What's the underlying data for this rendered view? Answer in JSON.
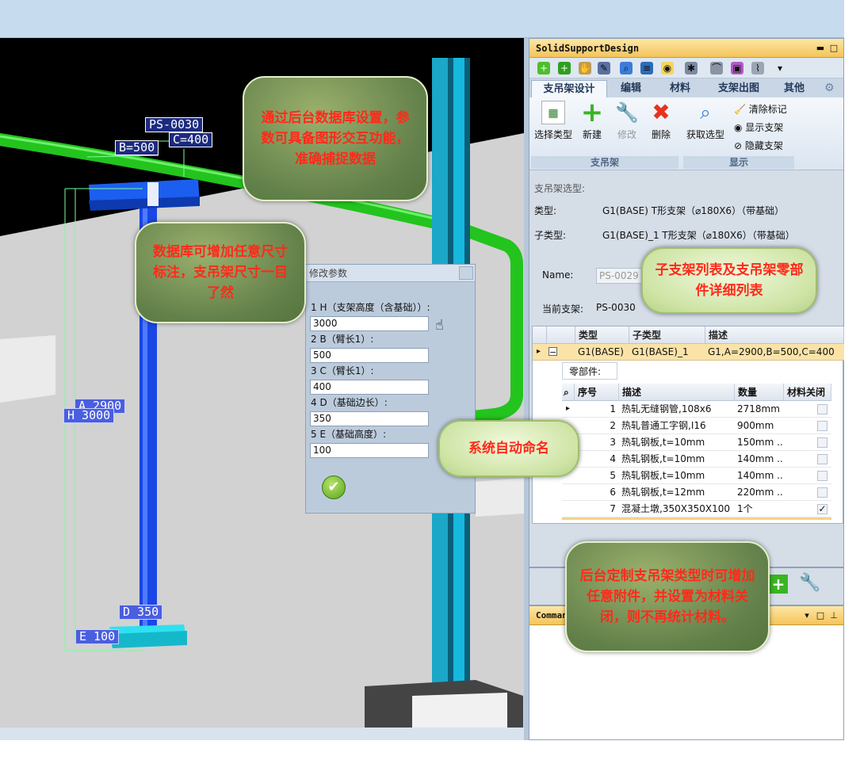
{
  "viewport": {
    "labels": {
      "ps": "PS-0030",
      "b": "B=500",
      "c": "C=400",
      "a": "A 2900",
      "h": "H 3000",
      "d": "D 350",
      "e": "E 100"
    }
  },
  "bubbles": {
    "b1": "通过后台数据库设置，参数可具备图形交互功能，准确捕捉数据",
    "b2": "数据库可增加任意尺寸标注，支吊架尺寸一目了然",
    "b3": "子支架列表及支吊架零部件详细列表",
    "b4": "系统自动命名",
    "b5": "后台定制支吊架类型时可增加任意附件，并设置为材料关闭，则不再统计材料。"
  },
  "dialog": {
    "title": "修改参数",
    "params": [
      {
        "label": "1  H（支架高度（含基础））:",
        "value": "3000"
      },
      {
        "label": "2  B（臂长1）:",
        "value": "500"
      },
      {
        "label": "3  C（臂长1）:",
        "value": "400"
      },
      {
        "label": "4  D（基础边长）:",
        "value": "350"
      },
      {
        "label": "5  E（基础高度）:",
        "value": "100"
      }
    ]
  },
  "panel": {
    "title": "SolidSupportDesign",
    "tabs": [
      "支吊架设计",
      "编辑",
      "材料",
      "支架出图",
      "其他"
    ],
    "ribbon": {
      "select_type": "选择类型",
      "new": "新建",
      "modify": "修改",
      "delete": "删除",
      "get_type": "获取选型",
      "clear_mark": "清除标记",
      "show": "显示支架",
      "hide": "隐藏支架",
      "group1": "支吊架",
      "group2": "显示"
    },
    "section": "支吊架选型:",
    "type_label": "类型:",
    "type_value": "G1(BASE)    T形支架（⌀180X6）（带基础）",
    "subtype_label": "子类型:",
    "subtype_value": "G1(BASE)_1   T形支架（⌀180X6）（带基础）",
    "name_label": "Name:",
    "name_value": "PS-0029",
    "current_label": "当前支架:",
    "current_value": "PS-0030",
    "grid": {
      "headers": [
        "类型",
        "子类型",
        "描述"
      ],
      "row": [
        "G1(BASE)",
        "G1(BASE)_1",
        "G1,A=2900,B=500,C=400"
      ],
      "sub_title": "零部件:",
      "sub_headers": [
        "序号",
        "描述",
        "数量",
        "材料关闭"
      ],
      "parts": [
        {
          "no": "1",
          "desc": "热轧无缝钢管,108x6",
          "qty": "2718mm",
          "closed": false
        },
        {
          "no": "2",
          "desc": "热轧普通工字钢,I16",
          "qty": "900mm",
          "closed": false
        },
        {
          "no": "3",
          "desc": "热轧钢板,t=10mm",
          "qty": "150mm ...",
          "closed": false
        },
        {
          "no": "4",
          "desc": "热轧钢板,t=10mm",
          "qty": "140mm ...",
          "closed": false
        },
        {
          "no": "5",
          "desc": "热轧钢板,t=10mm",
          "qty": "140mm ...",
          "closed": false
        },
        {
          "no": "6",
          "desc": "热轧钢板,t=12mm",
          "qty": "220mm ...",
          "closed": false
        },
        {
          "no": "7",
          "desc": "混凝土墩,350X350X100",
          "qty": "1个",
          "closed": true
        }
      ]
    }
  },
  "cmd": {
    "title": "Command Window"
  },
  "colors": {
    "accent": "#f4c45b",
    "bubble_text": "#ff2a1a"
  }
}
